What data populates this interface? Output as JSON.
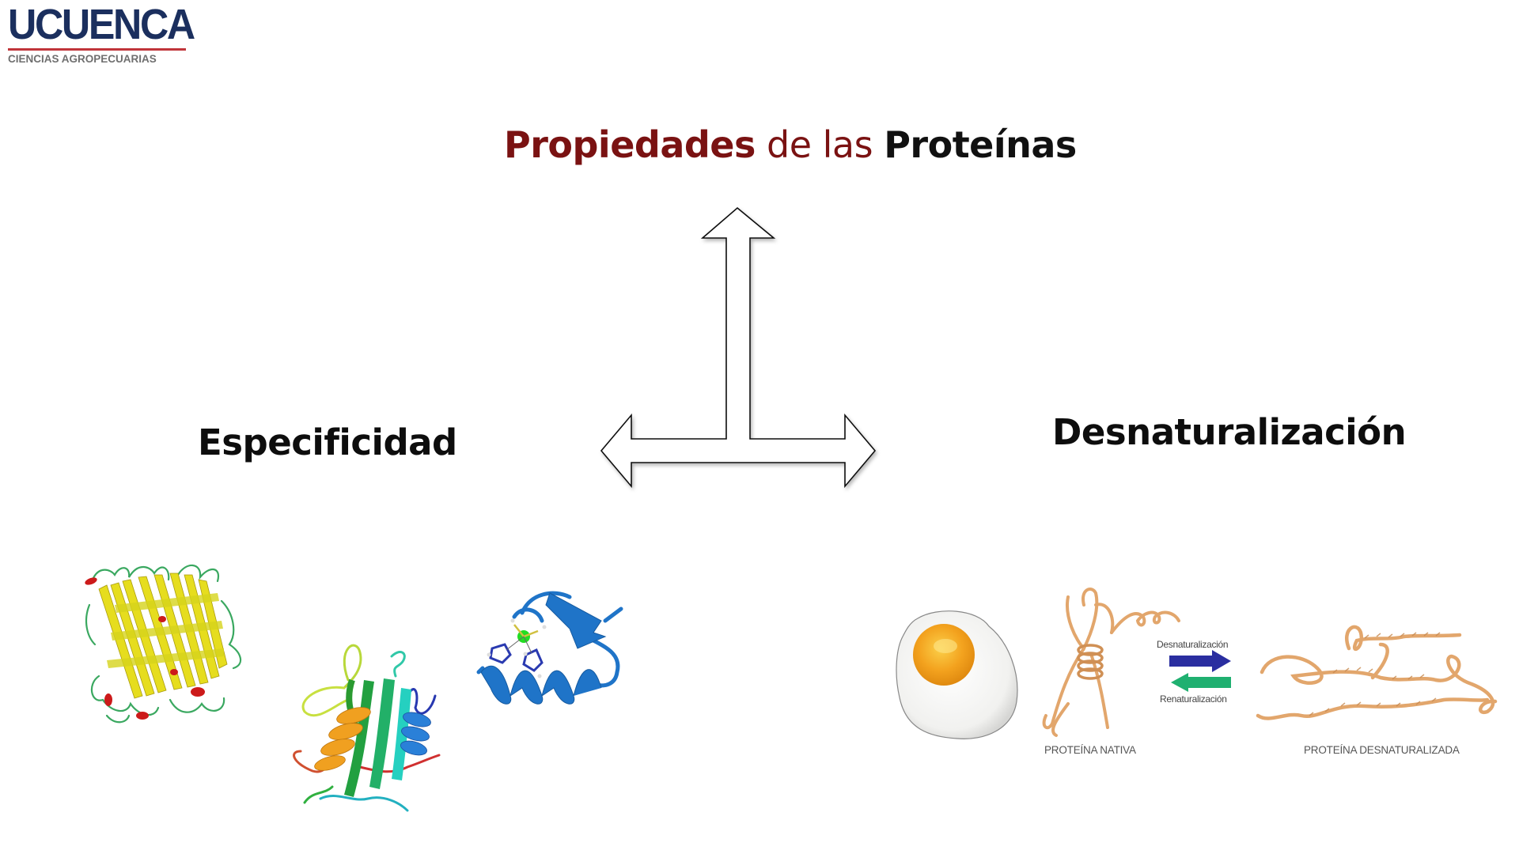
{
  "logo": {
    "main": "UCUENCA",
    "sub": "CIENCIAS AGROPECUARIAS",
    "colors": {
      "main": "#1b2f5e",
      "line": "#c0353a",
      "sub": "#6f6f6f"
    }
  },
  "title": {
    "part1": "Propiedades",
    "part2": " de las ",
    "part3": "Proteínas",
    "colors": {
      "accent": "#7a1212",
      "dark": "#111111"
    }
  },
  "diagram": {
    "center_icon": "three-way-arrow-icon",
    "left_label": "Especificidad",
    "right_label": "Desnaturalización"
  },
  "especificidad_images": [
    {
      "name": "beta-barrel-protein",
      "colors": [
        "#e8e020",
        "#3aa860",
        "#cc1a1a"
      ]
    },
    {
      "name": "mixed-alpha-beta-protein",
      "colors": [
        "#a8d83a",
        "#22a040",
        "#22d0c0",
        "#2a70d0",
        "#f0a020",
        "#d04030"
      ]
    },
    {
      "name": "zinc-finger-protein",
      "colors": [
        "#1f74c8",
        "#22dd22"
      ]
    }
  ],
  "desnaturalizacion_figure": {
    "egg_icon": "fried-egg-image",
    "forward_label": "Desnaturalización",
    "reverse_label": "Renaturalización",
    "forward_arrow_color": "#2a2ea0",
    "reverse_arrow_color": "#1fb070",
    "native_caption": "PROTEÍNA NATIVA",
    "denatured_caption": "PROTEÍNA DESNATURALIZADA",
    "ribbon_color": "#e2a66c"
  }
}
